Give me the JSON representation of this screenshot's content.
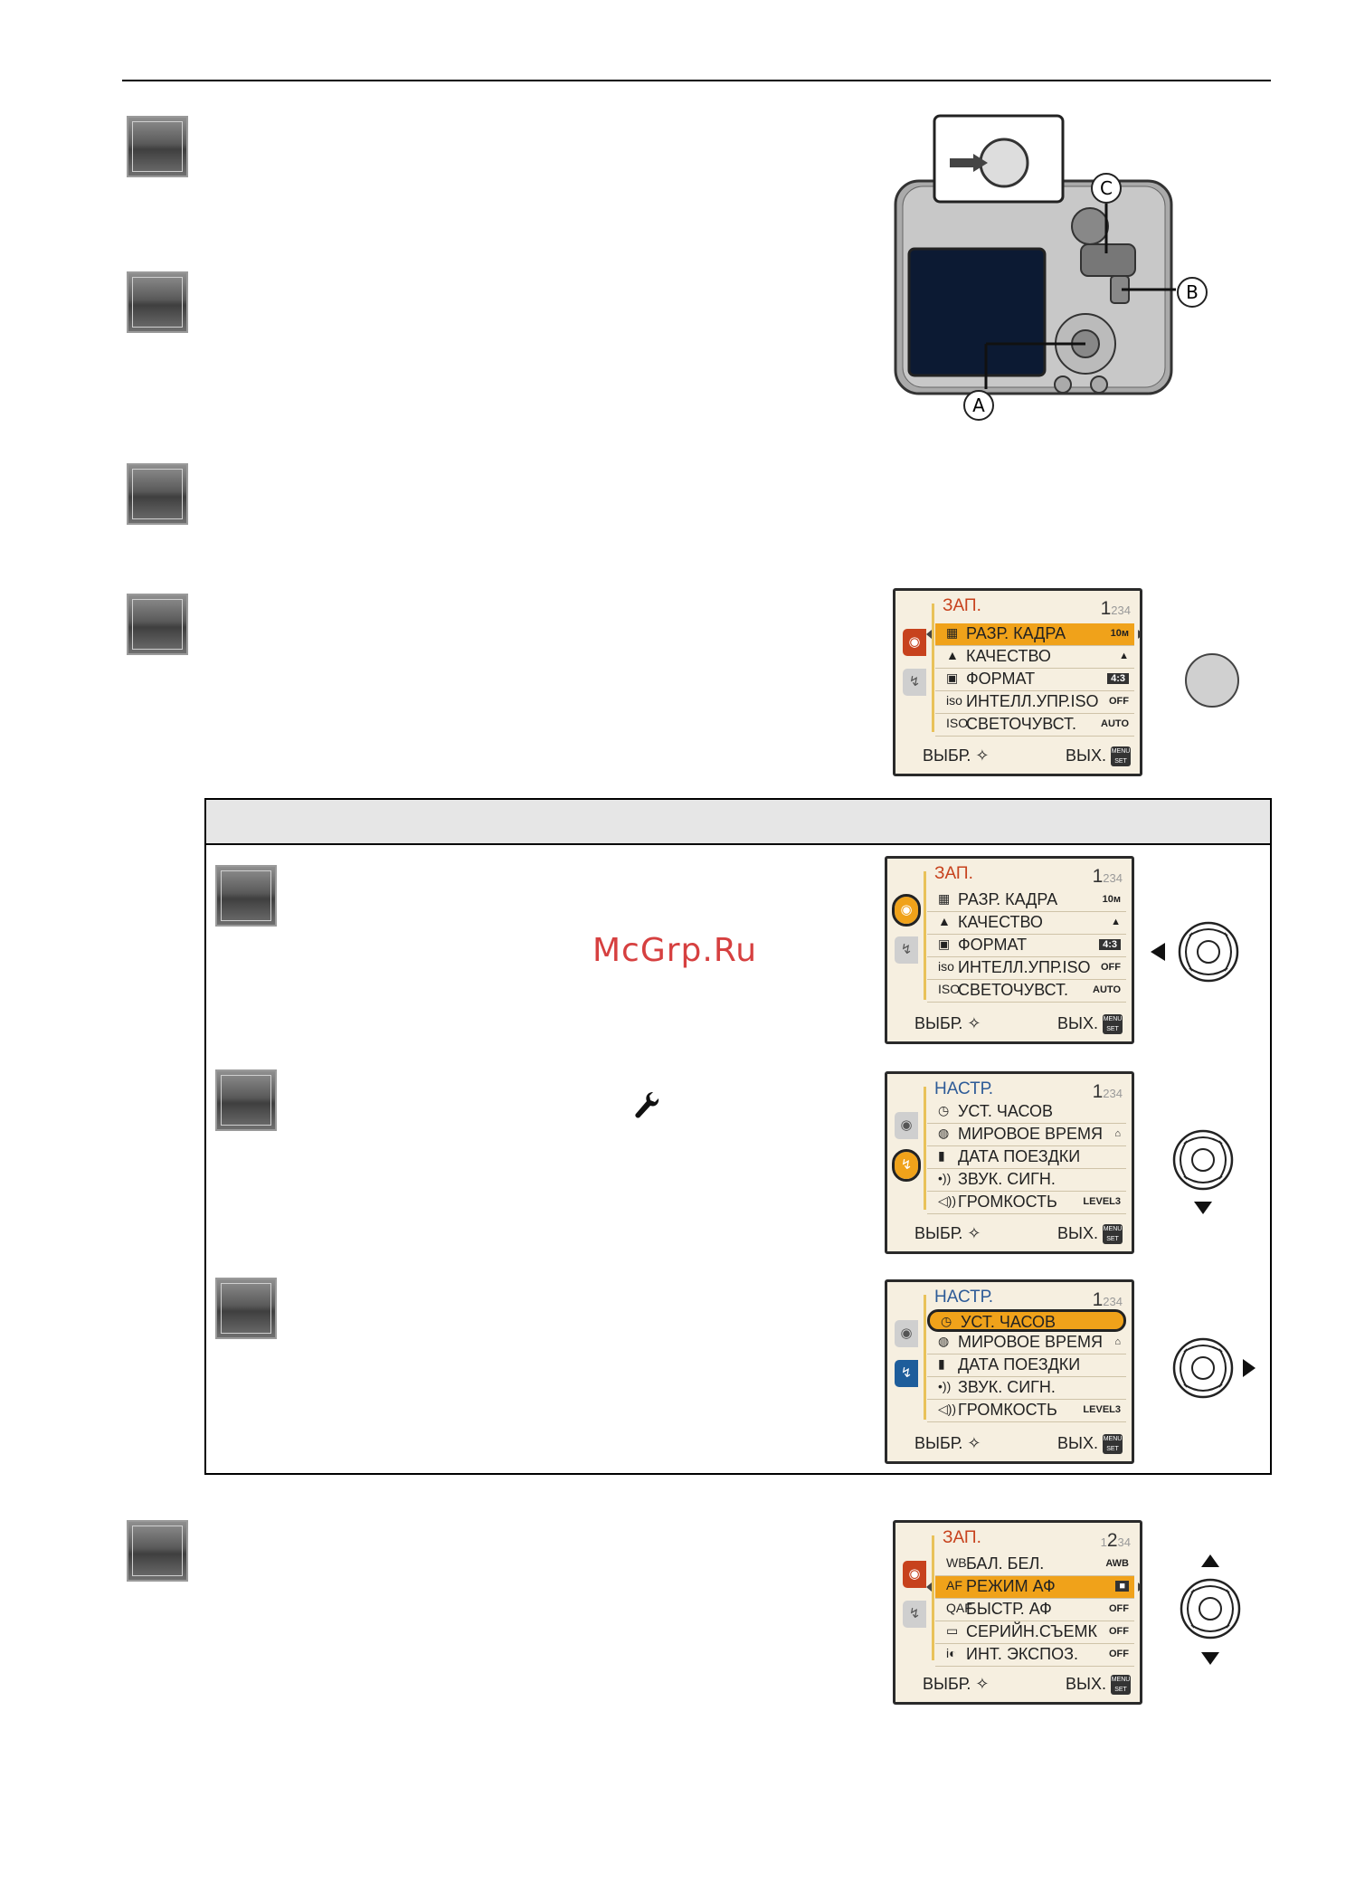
{
  "watermark": "McGrp.Ru",
  "camera_labels": {
    "a": "A",
    "b": "B",
    "c": "C"
  },
  "screen1": {
    "title": "ЗАП.",
    "pages_pre": "",
    "pages_cur": "1",
    "pages_post": "234",
    "rows": [
      {
        "icon": "▦",
        "label": "РАЗР. КАДРА",
        "value": "10м"
      },
      {
        "icon": "▲",
        "label": "КАЧЕСТВО",
        "value": "▲"
      },
      {
        "icon": "▣",
        "label": "ФОРМАТ",
        "value": "4:3"
      },
      {
        "icon": "iso",
        "label": "ИНТЕЛЛ.УПР.ISO",
        "value": "OFF"
      },
      {
        "icon": "ISO",
        "label": "СВЕТОЧУВСТ.",
        "value": "AUTO"
      }
    ],
    "footer_left": "ВЫБР.",
    "footer_right": "ВЫХ.",
    "menu_set": "MENU SET"
  },
  "screen2": {
    "title": "ЗАП.",
    "pages_pre": "",
    "pages_cur": "1",
    "pages_post": "234",
    "rows": [
      {
        "icon": "▦",
        "label": "РАЗР. КАДРА",
        "value": "10м"
      },
      {
        "icon": "▲",
        "label": "КАЧЕСТВО",
        "value": "▲"
      },
      {
        "icon": "▣",
        "label": "ФОРМАТ",
        "value": "4:3"
      },
      {
        "icon": "iso",
        "label": "ИНТЕЛЛ.УПР.ISO",
        "value": "OFF"
      },
      {
        "icon": "ISO",
        "label": "СВЕТОЧУВСТ.",
        "value": "AUTO"
      }
    ],
    "footer_left": "ВЫБР.",
    "footer_right": "ВЫХ.",
    "menu_set": "MENU SET"
  },
  "screen3": {
    "title": "НАСТР.",
    "pages_pre": "",
    "pages_cur": "1",
    "pages_post": "234",
    "rows": [
      {
        "icon": "◷",
        "label": "УСТ. ЧАСОВ",
        "value": ""
      },
      {
        "icon": "◍",
        "label": "МИРОВОЕ ВРЕМЯ",
        "value": "⌂"
      },
      {
        "icon": "▮",
        "label": "ДАТА ПОЕЗДКИ",
        "value": ""
      },
      {
        "icon": "•))",
        "label": "ЗВУК. СИГН.",
        "value": ""
      },
      {
        "icon": "◁))",
        "label": "ГРОМКОСТЬ",
        "value": "LEVEL3"
      }
    ],
    "footer_left": "ВЫБР.",
    "footer_right": "ВЫХ.",
    "menu_set": "MENU SET"
  },
  "screen4": {
    "title": "НАСТР.",
    "pages_pre": "",
    "pages_cur": "1",
    "pages_post": "234",
    "rows": [
      {
        "icon": "◷",
        "label": "УСТ. ЧАСОВ",
        "value": ""
      },
      {
        "icon": "◍",
        "label": "МИРОВОЕ ВРЕМЯ",
        "value": "⌂"
      },
      {
        "icon": "▮",
        "label": "ДАТА ПОЕЗДКИ",
        "value": ""
      },
      {
        "icon": "•))",
        "label": "ЗВУК. СИГН.",
        "value": ""
      },
      {
        "icon": "◁))",
        "label": "ГРОМКОСТЬ",
        "value": "LEVEL3"
      }
    ],
    "footer_left": "ВЫБР.",
    "footer_right": "ВЫХ.",
    "menu_set": "MENU SET"
  },
  "screen5": {
    "title": "ЗАП.",
    "pages_pre": "1",
    "pages_cur": "2",
    "pages_post": "34",
    "rows": [
      {
        "icon": "WB",
        "label": "БАЛ. БЕЛ.",
        "value": "AWB"
      },
      {
        "icon": "AF",
        "label": "РЕЖИМ АФ",
        "value": "■"
      },
      {
        "icon": "QAF",
        "label": "БЫСТР. АФ",
        "value": "OFF"
      },
      {
        "icon": "▭",
        "label": "СЕРИЙН.СЪЕМК",
        "value": "OFF"
      },
      {
        "icon": "i◐",
        "label": "ИНТ. ЭКСПОЗ.",
        "value": "OFF"
      }
    ],
    "footer_left": "ВЫБР.",
    "footer_right": "ВЫХ.",
    "menu_set": "MENU SET"
  }
}
